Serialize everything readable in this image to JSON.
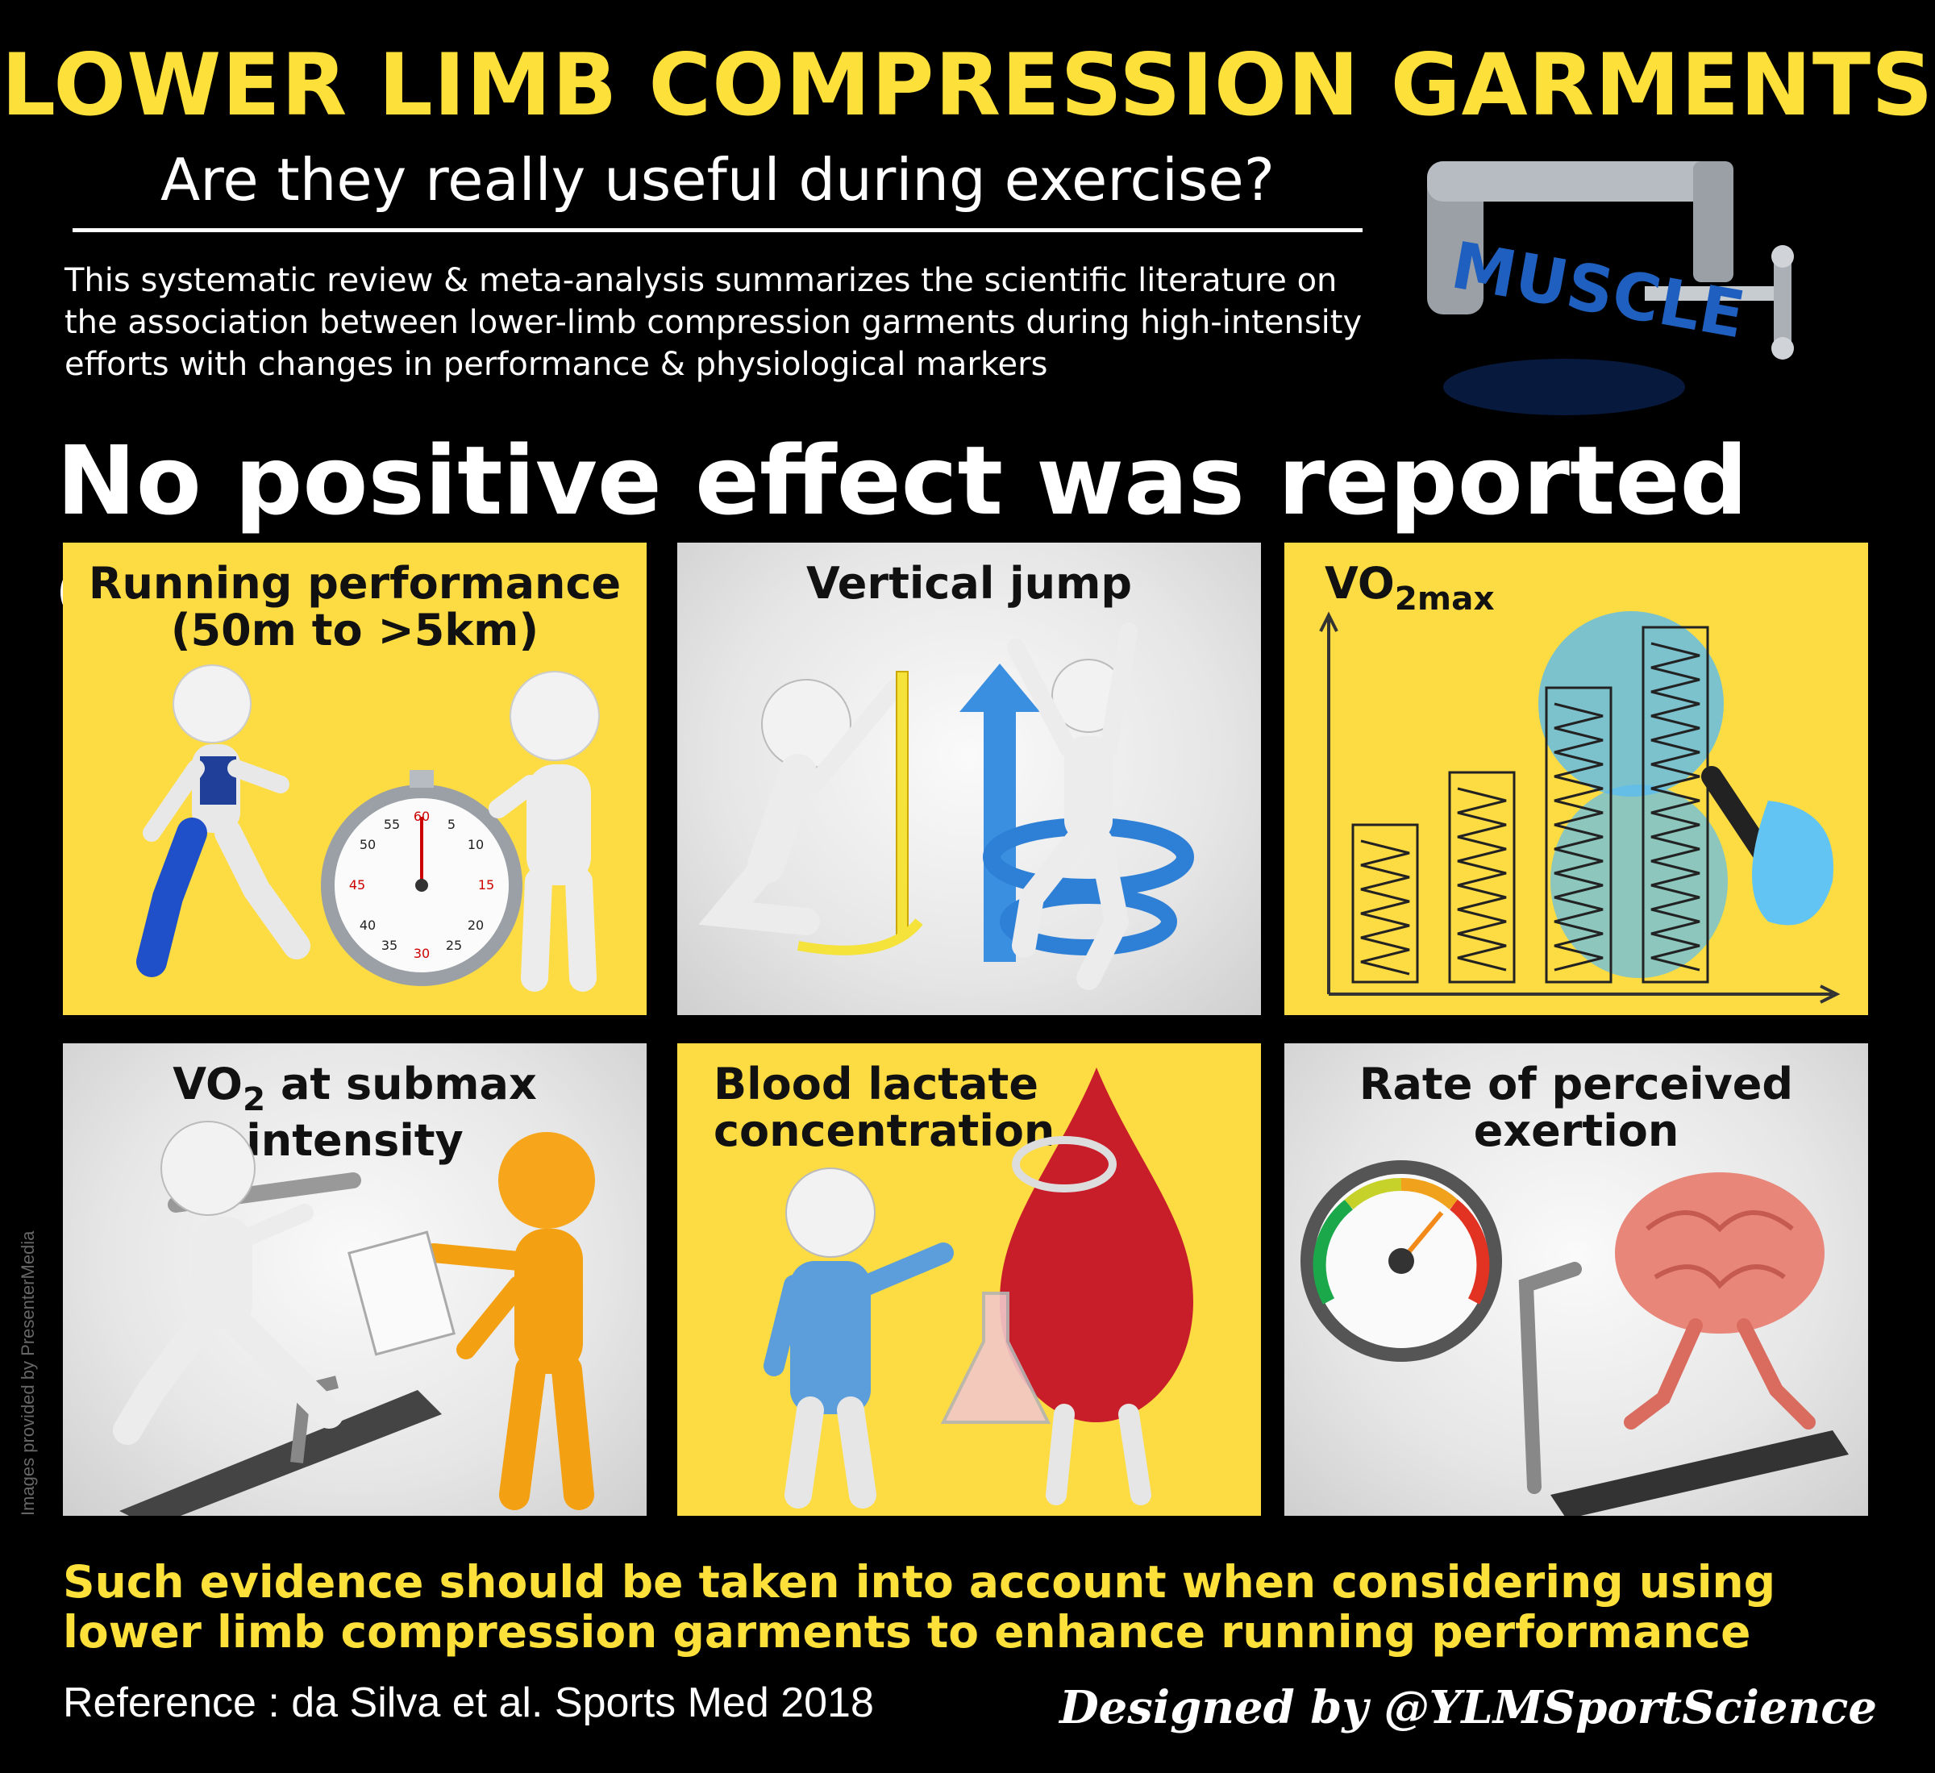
{
  "header": {
    "title": "LOWER LIMB COMPRESSION GARMENTS",
    "subtitle": "Are they really useful during exercise?",
    "intro": "This systematic review & meta-analysis summarizes the scientific literature on the association between lower-limb compression garments during high-intensity efforts with changes in performance & physiological markers",
    "clamp_word": "MUSCLE"
  },
  "headline": "No positive effect was reported on",
  "panels": [
    {
      "title_line1": "Running performance",
      "title_line2": "(50m to >5km)",
      "stopwatch_numbers": [
        "60",
        "5",
        "10",
        "15",
        "20",
        "25",
        "30",
        "35",
        "40",
        "45",
        "50",
        "55"
      ]
    },
    {
      "title": "Vertical jump"
    },
    {
      "title_main": "VO",
      "title_sub": "2max"
    },
    {
      "title_main": "VO",
      "title_sub": "2",
      "title_rest": "at submax intensity"
    },
    {
      "title_line1": "Blood lactate",
      "title_line2": "concentration"
    },
    {
      "title_line1": "Rate of perceived",
      "title_line2": "exertion"
    }
  ],
  "conclusion": "Such evidence should be taken into account when considering using lower limb compression garments to enhance running performance",
  "footer": {
    "reference": "Reference :  da  Silva et al. Sports Med 2018",
    "designed_by": "Designed by @YLMSportScience",
    "image_credit": "Images provided by PresenterMedia"
  },
  "colors": {
    "accent_yellow": "#fde13a",
    "panel_yellow": "#fddc43",
    "panel_grey": "#e6e6e6",
    "background": "#000000"
  }
}
